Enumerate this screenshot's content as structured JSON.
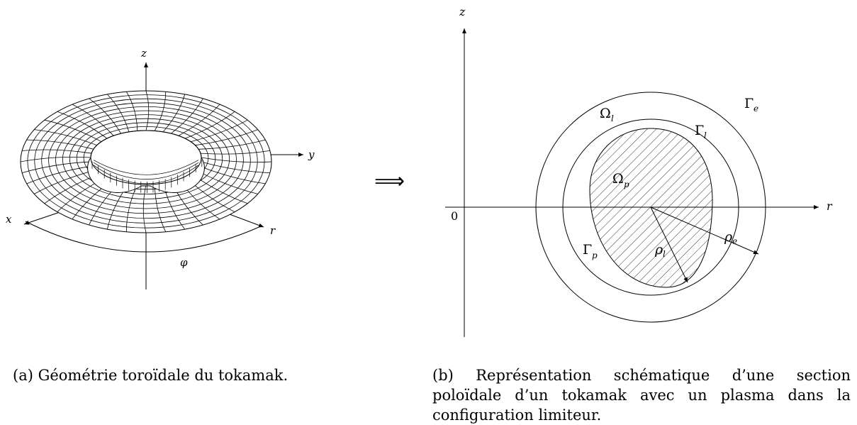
{
  "panel_a": {
    "axes": {
      "z": "z",
      "y": "y",
      "x": "x",
      "r": "r",
      "phi": "φ"
    },
    "caption": "(a) Géométrie toroïdale du tokamak."
  },
  "arrow_symbol": "⟹",
  "panel_b": {
    "axes": {
      "z": "z",
      "r": "r",
      "origin": "0"
    },
    "labels": {
      "gamma_e": "Γ",
      "gamma_e_sub": "e",
      "omega_l": "Ω",
      "omega_l_sub": "l",
      "gamma_l": "Γ",
      "gamma_l_sub": "l",
      "omega_p": "Ω",
      "omega_p_sub": "p",
      "gamma_p": "Γ",
      "gamma_p_sub": "p",
      "rho_l": "ρ",
      "rho_l_sub": "l",
      "rho_e": "ρ",
      "rho_e_sub": "e"
    },
    "caption": "(b) Représentation schématique d’une section poloïdale d’un tokamak avec un plasma dans la configuration limiteur."
  }
}
